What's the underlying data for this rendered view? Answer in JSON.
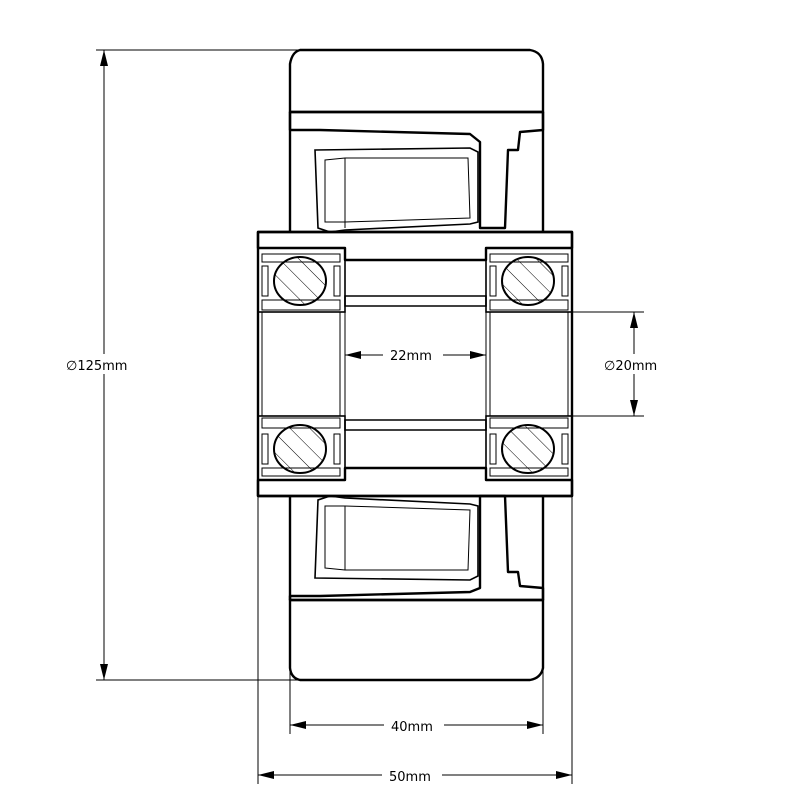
{
  "dimensions": {
    "overall_diameter": "∅125mm",
    "bore_diameter": "∅20mm",
    "spacer_length": "22mm",
    "tread_width": "40mm",
    "overall_width": "50mm"
  }
}
